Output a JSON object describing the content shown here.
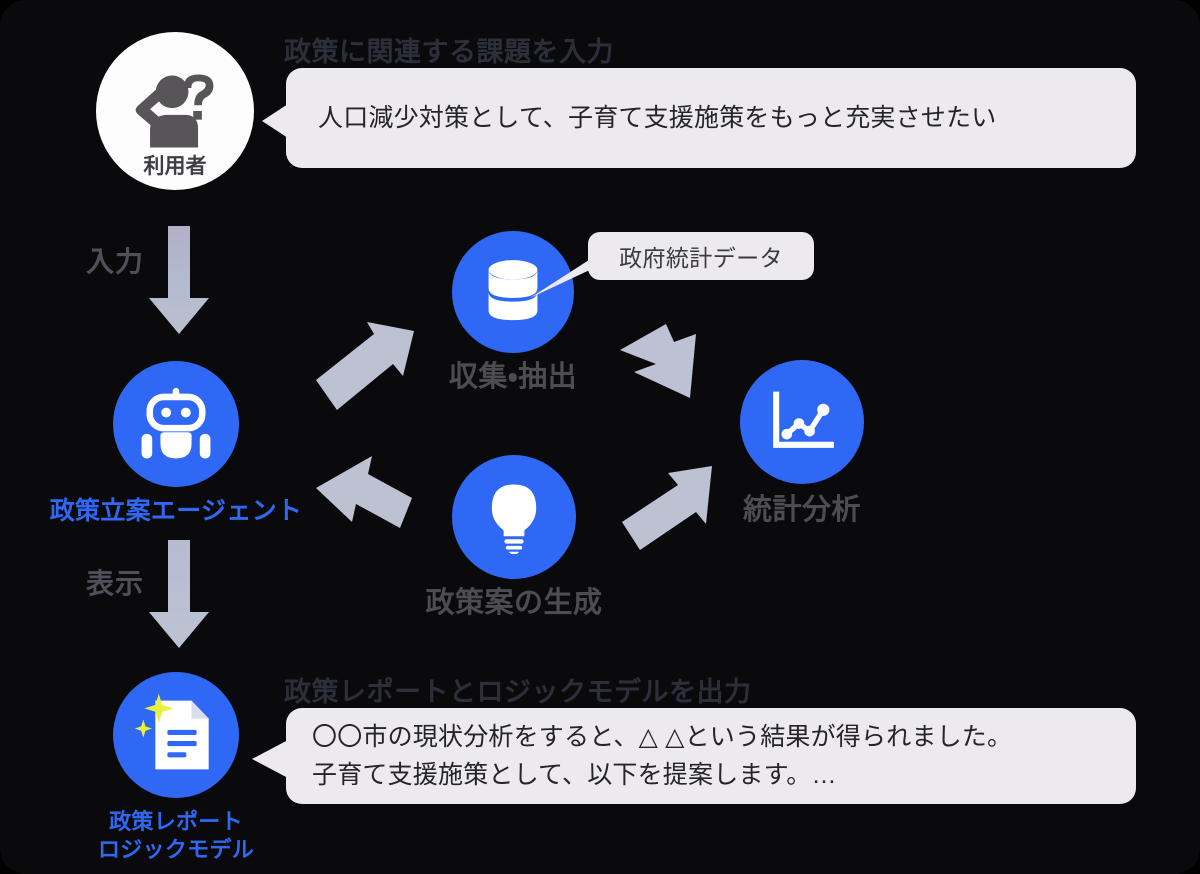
{
  "canvas": {
    "background": "#0a0a0c",
    "accent_blue": "#2f68f4",
    "bubble_bg": "#eceaee",
    "arrow_gray": "#b6bdcd",
    "heading_color": "#2c2f3a",
    "label_gray": "#4c4c52"
  },
  "user": {
    "icon": "person-question-icon",
    "caption": "利用者"
  },
  "input_section": {
    "heading": "政策に関連する課題を入力",
    "bubble_text": "人口減少対策として、子育て支援施策をもっと充実させたい"
  },
  "flow": {
    "input_arrow_label": "入力",
    "display_arrow_label": "表示"
  },
  "agent": {
    "icon": "robot-icon",
    "label": "政策立案エージェント"
  },
  "cycle": {
    "nodes": [
      {
        "id": "collect",
        "icon": "database-icon",
        "label": "収集・抽出"
      },
      {
        "id": "analyze",
        "icon": "line-chart-icon",
        "label": "統計分析"
      },
      {
        "id": "generate",
        "icon": "lightbulb-icon",
        "label": "政策案の生成"
      }
    ],
    "callout": {
      "text": "政府統計データ",
      "points_to": "collect"
    },
    "arrows": [
      {
        "id": "agent-to-collect",
        "direction": "up-right"
      },
      {
        "id": "collect-to-analyze",
        "direction": "down-right"
      },
      {
        "id": "analyze-to-generate",
        "direction": "down-left"
      },
      {
        "id": "generate-to-agent",
        "direction": "up-left"
      }
    ]
  },
  "output_section": {
    "heading": "政策レポートとロジックモデルを出力",
    "bubble_text": "〇〇市の現状分析をすると、△ △という結果が得られました。\n子育て支援施策として、以下を提案します。…"
  },
  "report": {
    "icon": "document-sparkle-icon",
    "label_line1": "政策レポート",
    "label_line2": "ロジックモデル"
  }
}
